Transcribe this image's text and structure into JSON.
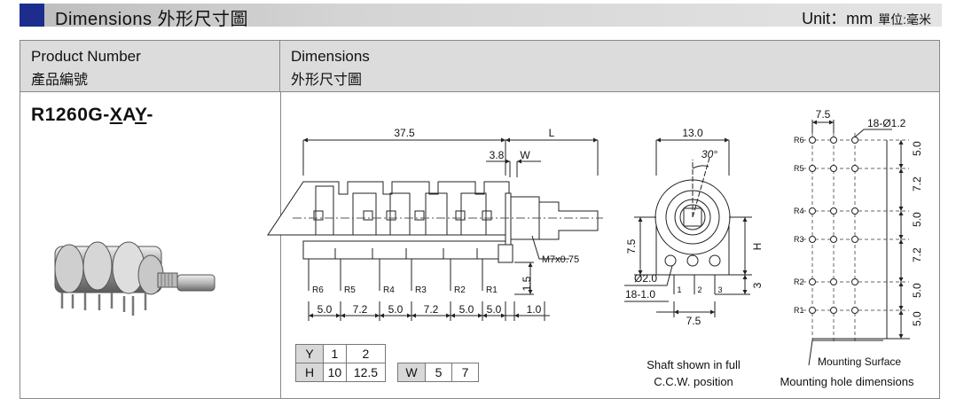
{
  "header": {
    "title": "Dimensions 外形尺寸圖",
    "unit_en": "Unit：mm",
    "unit_cn": "單位:毫米"
  },
  "table": {
    "col1_en": "Product Number",
    "col1_cn": "產品編號",
    "col2_en": "Dimensions",
    "col2_cn": "外形尺寸圖"
  },
  "product": {
    "prefix": "R1260G-",
    "x": "X",
    "a": "A",
    "y": "Y",
    "suffix": "-"
  },
  "side_view": {
    "dim_total": "37.5",
    "dim_L": "L",
    "dim_38": "3.8",
    "dim_W": "W",
    "thread": "M7x0.75",
    "dim_15": "1.5",
    "pins": [
      "R6",
      "R5",
      "R4",
      "R3",
      "R2",
      "R1"
    ],
    "bottom_dims": [
      "5.0",
      "7.2",
      "5.0",
      "7.2",
      "5.0",
      "5.0",
      "1.0"
    ]
  },
  "front_view": {
    "dim_width": "13.0",
    "angle": "30°",
    "dim_75_v": "7.5",
    "dim_H": "H",
    "dim_3": "3",
    "dim_hole": "Ø2.0",
    "dim_18": "18-1.0",
    "dim_75_h": "7.5",
    "pin_labels": [
      "1",
      "2",
      "3"
    ],
    "caption1": "Shaft shown in full",
    "caption2": "C.C.W. position"
  },
  "hole_view": {
    "dim_top": "7.5",
    "holes": "18-Ø1.2",
    "rows": [
      "R6",
      "R5",
      "R4",
      "R3",
      "R2",
      "R1"
    ],
    "right_dims": [
      "5.0",
      "7.2",
      "5.0",
      "7.2",
      "5.0",
      "5.0"
    ],
    "mounting_surface": "Mounting Surface",
    "caption": "Mounting hole dimensions"
  },
  "table_Y": {
    "y_label": "Y",
    "y1": "1",
    "y2": "2",
    "h_label": "H",
    "h1": "10",
    "h2": "12.5"
  },
  "table_W": {
    "w_label": "W",
    "w1": "5",
    "w2": "7"
  }
}
